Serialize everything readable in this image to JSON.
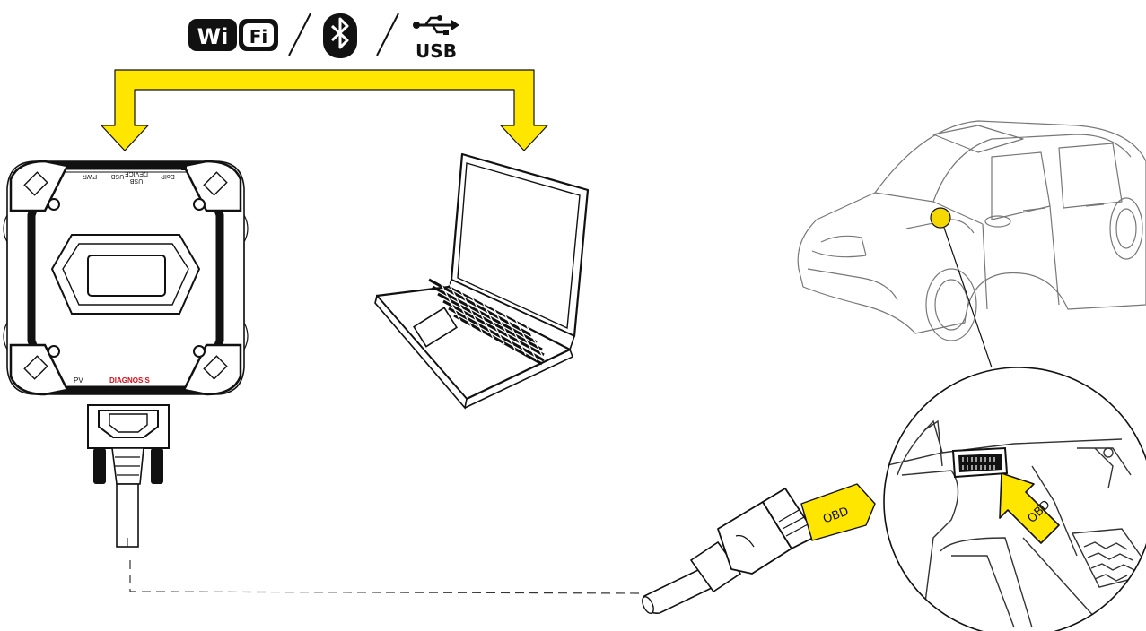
{
  "header": {
    "wifi_left": "Wi",
    "wifi_right": "Fi",
    "usb_label": "USB",
    "separator": "/"
  },
  "device": {
    "port_pwr": "PWR",
    "port_usb": "USB",
    "port_device_usb_line1": "USB",
    "port_device_usb_line2": "DEVICE",
    "port_doip": "DoIP",
    "label_pv": "PV",
    "label_diagnosis": "DIAGNOSIS"
  },
  "connector": {
    "obd_tag": "OBD"
  },
  "inset": {
    "obd_arrow_label": "OBD"
  },
  "colors": {
    "arrow_yellow": "#ffe600",
    "diagnosis_red": "#d0101e",
    "line_dark": "#111111",
    "point_yellow": "#f5d800"
  },
  "icons": {
    "wifi": "wifi-icon",
    "bluetooth": "bluetooth-icon",
    "usb": "usb-icon"
  }
}
